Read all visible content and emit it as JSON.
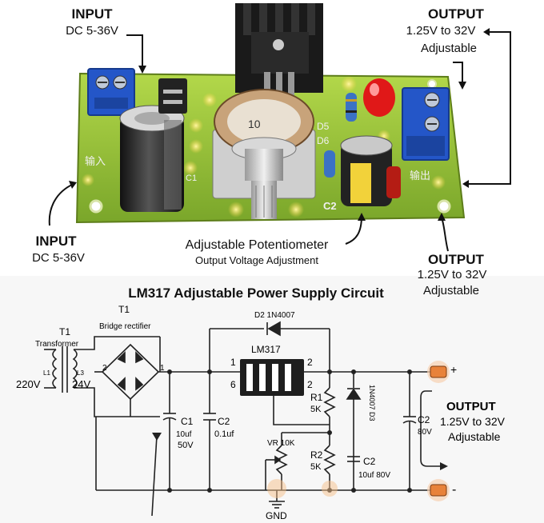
{
  "board": {
    "input_top": {
      "title": "INPUT",
      "range": "DC 5-36V"
    },
    "output_top": {
      "title": "OUTPUT",
      "range": "1.25V to 32V",
      "note": "Adjustable"
    },
    "input_bottom": {
      "title": "INPUT",
      "range": "DC 5-36V"
    },
    "output_bottom": {
      "title": "OUTPUT",
      "range": "1.25V to 32V",
      "note": "Adjustable"
    },
    "pot_label": "Adjustable Potentiometer",
    "pot_sublabel": "Output Voltage Adjustment",
    "silk": {
      "in": "输入",
      "out": "输出",
      "c1": "C1",
      "c2": "C2",
      "d5": "D5",
      "d6": "D6",
      "pot_dial": "10"
    }
  },
  "schematic": {
    "title": "LM317 Adjustable Power Supply Circuit",
    "t1_label": "T1",
    "bridge_label": "Bridge rectifier",
    "transformer_label": "T1",
    "transformer_sub": "Transformer",
    "primary_volts": "220V",
    "secondary_volts": "24V",
    "primary_l": "L1",
    "secondary_l": "L3",
    "diode_label": "D2 1N4007",
    "ic_label": "LM317",
    "pin1": "1",
    "pin2": "2",
    "pin6": "6",
    "pin2b": "2",
    "bridge_pin1": "1",
    "bridge_pin2": "2",
    "c1_name": "C1",
    "c1_val": "10uf",
    "c1_volt": "50V",
    "c2_name": "C2",
    "c2_val": "0.1uf",
    "r1_name": "R1",
    "r1_val": "5K",
    "d3_label": "1N4007 D3",
    "vr_label": "VR 10K",
    "r2_name": "R2",
    "r2_val": "5K",
    "c2b_name": "C2",
    "c2b_val": "10uf 80V",
    "c2c_name": "C2",
    "c2c_val": "80V",
    "plus": "+",
    "minus": "-",
    "gnd": "GND",
    "output_title": "OUTPUT",
    "output_range": "1.25V to 32V",
    "output_note": "Adjustable"
  },
  "colors": {
    "pcb": "#9bc53d",
    "terminal": "#2456c8",
    "cap": "#222222",
    "heatsink": "#1a1a1a",
    "led": "#e01818",
    "wire": "#222222",
    "highlight": "#e8823a"
  }
}
